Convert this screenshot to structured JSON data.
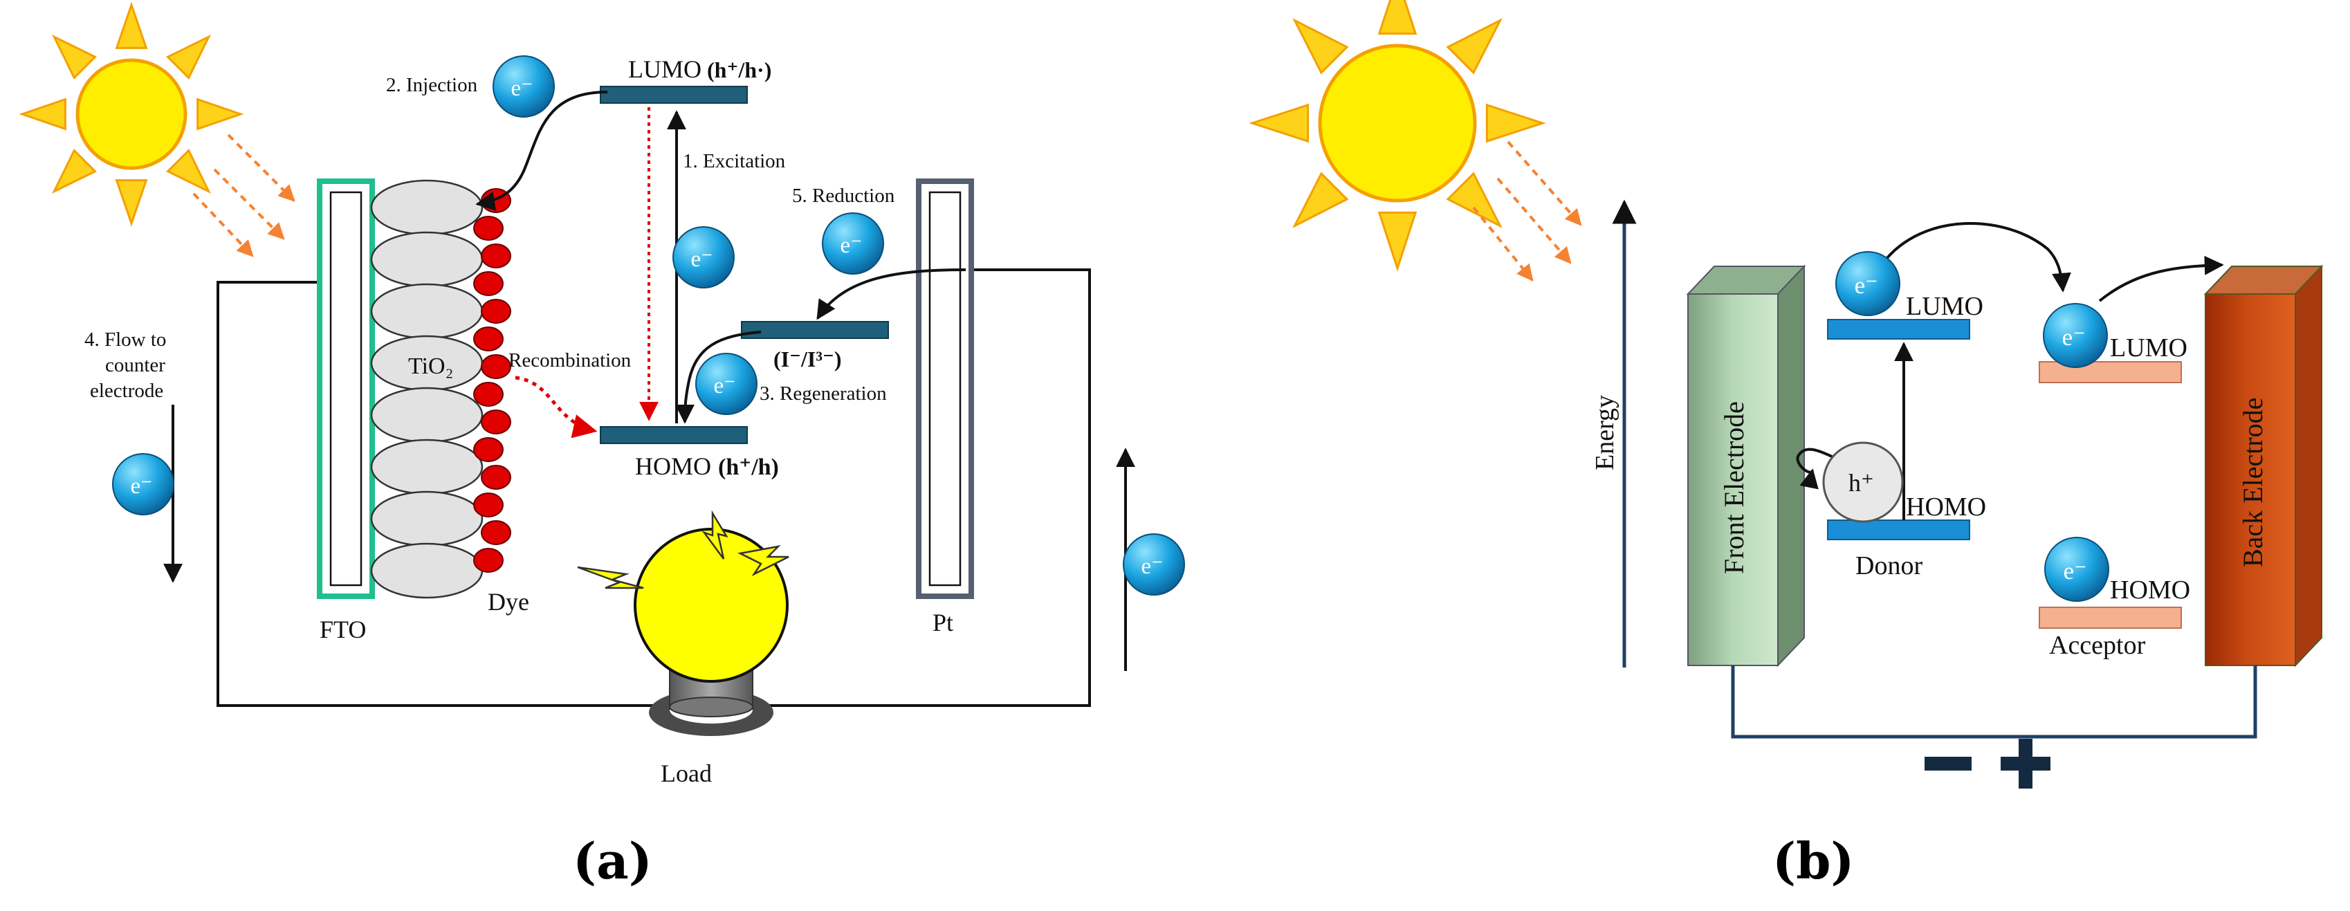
{
  "panel_a": {
    "caption": "(a)",
    "labels": {
      "injection": "2. Injection",
      "lumo": "LUMO",
      "lumo_pair": "(h⁺/h·)",
      "excitation": "1. Excitation",
      "reduction": "5. Reduction",
      "recombination": "Recombination",
      "tio2": "TiO₂",
      "redox_pair": "(I⁻/I³⁻)",
      "regeneration": "3. Regeneration",
      "homo": "HOMO",
      "homo_pair": "(h⁺/h)",
      "flow_line1": "4. Flow to",
      "flow_line2": "counter",
      "flow_line3": "electrode",
      "fto": "FTO",
      "dye": "Dye",
      "pt": "Pt",
      "load": "Load"
    },
    "electron_label": "e⁻"
  },
  "panel_b": {
    "caption": "(b)",
    "labels": {
      "energy": "Energy",
      "front_electrode": "Front Electrode",
      "back_electrode": "Back Electrode",
      "donor_lumo": "LUMO",
      "donor_homo": "HOMO",
      "hole": "h⁺",
      "donor": "Donor",
      "acceptor_lumo": "LUMO",
      "acceptor_homo": "HOMO",
      "acceptor": "Acceptor",
      "minus": "−",
      "plus": "+"
    },
    "electron_label": "e⁻"
  },
  "colors": {
    "sun_fill": "#ffee00",
    "sun_ray": "#ffd21a",
    "sun_outline": "#f4a000",
    "light_arrow": "#f58231",
    "fto_border": "#1fbf8f",
    "level_bar": "#1f5f7a",
    "dye_red": "#e00000",
    "electron_blue": "#1199dd",
    "pt_border": "#556070",
    "bulb": "#ffff00",
    "recombination": "#e00000",
    "donor_bar": "#1a8fd8",
    "acceptor_bar": "#f5b090",
    "front_electrode": "#a8cfa8",
    "back_electrode": "#c04010"
  }
}
